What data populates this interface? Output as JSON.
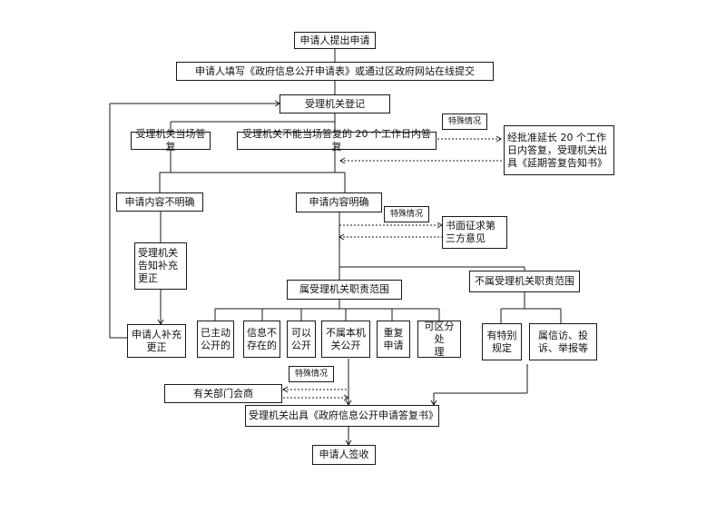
{
  "nodes": {
    "apply": "申请人提出申请",
    "fill_form": "申请人填写《政府信息公开申请表》或通过区政府网站在线提交",
    "register": "受理机关登记",
    "answer_on_spot": "受理机关当场答复",
    "answer_20days": "受理机关不能当场答复的 20 个工作日内答复",
    "special_1": "特殊情况",
    "extend": "经批准延长 20 个工作日内答复，受理机关出具《延期答复告知书》",
    "unclear": "申请内容不明确",
    "clear": "申请内容明确",
    "special_2": "特殊情况",
    "third_party": "书面征求第\n三方意见",
    "notify_supplement": "受理机关\n告知补充\n更正",
    "in_scope": "属受理机关职责范围",
    "out_scope": "不属受理机关职责范围",
    "already_public": "已主动\n公开的",
    "not_exist": "信息不\n存在的",
    "can_public": "可以\n公开",
    "not_public": "不属本机\n关公开",
    "repeat_apply": "重复\n申请",
    "partial": "可区分处\n理",
    "special_rules": "有特别\n规定",
    "petition": "属信访、投\n诉、举报等",
    "supplement": "申请人补充\n更正",
    "special_3": "特殊情况",
    "consult": "有关部门会商",
    "reply": "受理机关出具《政府信息公开申请答复书》",
    "sign": "申请人签收"
  }
}
